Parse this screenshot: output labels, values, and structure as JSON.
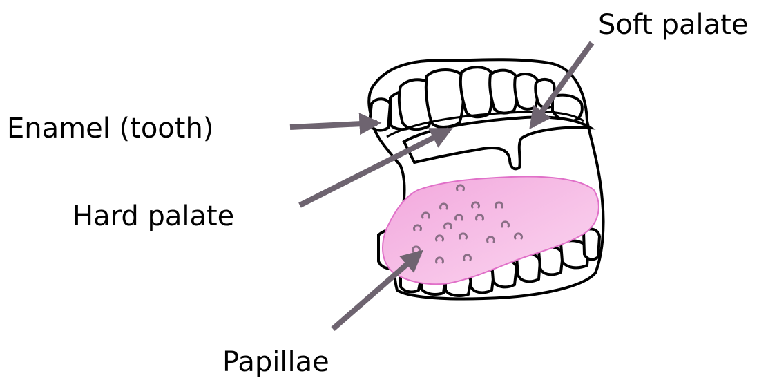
{
  "labels": {
    "soft_palate": "Soft palate",
    "enamel": "Enamel (tooth)",
    "hard_palate": "Hard palate",
    "papillae": "Papillae"
  },
  "colors": {
    "outline": "#000000",
    "arrow": "#6e6470",
    "tongue": "#f5b8e6",
    "papillae_marks": "#8a6f86"
  }
}
